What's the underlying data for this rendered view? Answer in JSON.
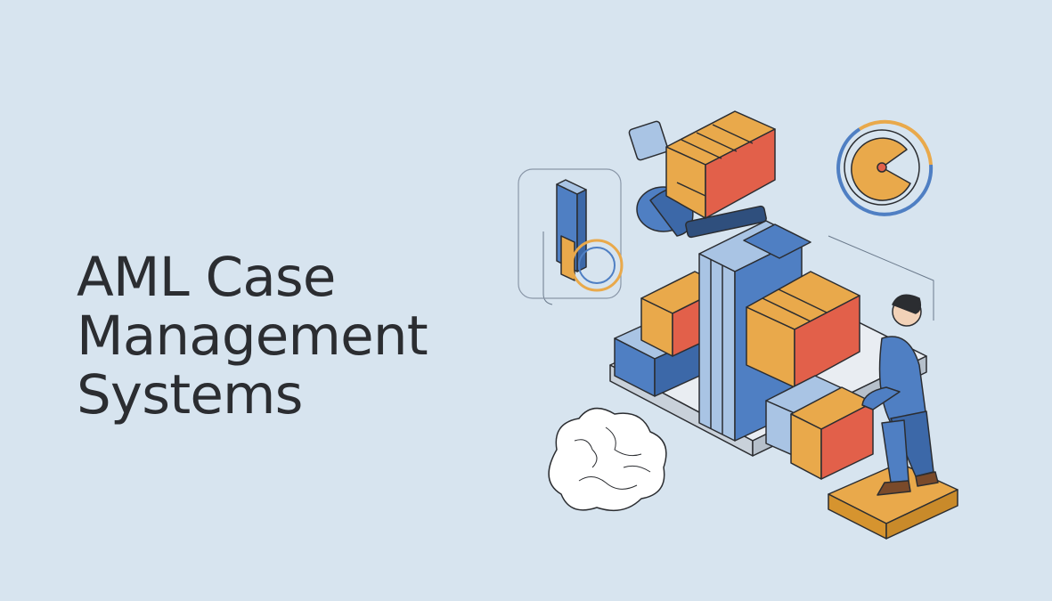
{
  "hero": {
    "title_lines": [
      "AML Case",
      "Management",
      "Systems"
    ]
  },
  "illustration": {
    "description_icons": [
      "document-stack-icon",
      "pie-chart-icon",
      "brain-icon",
      "person-icon",
      "lever-icon",
      "robot-arm-icon"
    ]
  },
  "colors": {
    "background": "#d7e4ef",
    "text": "#2b2d31",
    "orange": "#e9a94b",
    "red": "#e2604a",
    "blue": "#4f7fc3",
    "light_blue": "#a9c4e4",
    "outline": "#2b2d31"
  }
}
